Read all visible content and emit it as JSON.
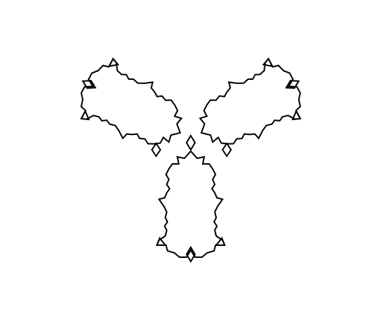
{
  "figure": {
    "kind": "tri-lobed fractal curve",
    "line_color": "#000000",
    "background_color": "#ffffff",
    "lobes": [
      {
        "name": "upper-left-lobe"
      },
      {
        "name": "upper-right-lobe"
      },
      {
        "name": "lower-lobe"
      }
    ]
  }
}
